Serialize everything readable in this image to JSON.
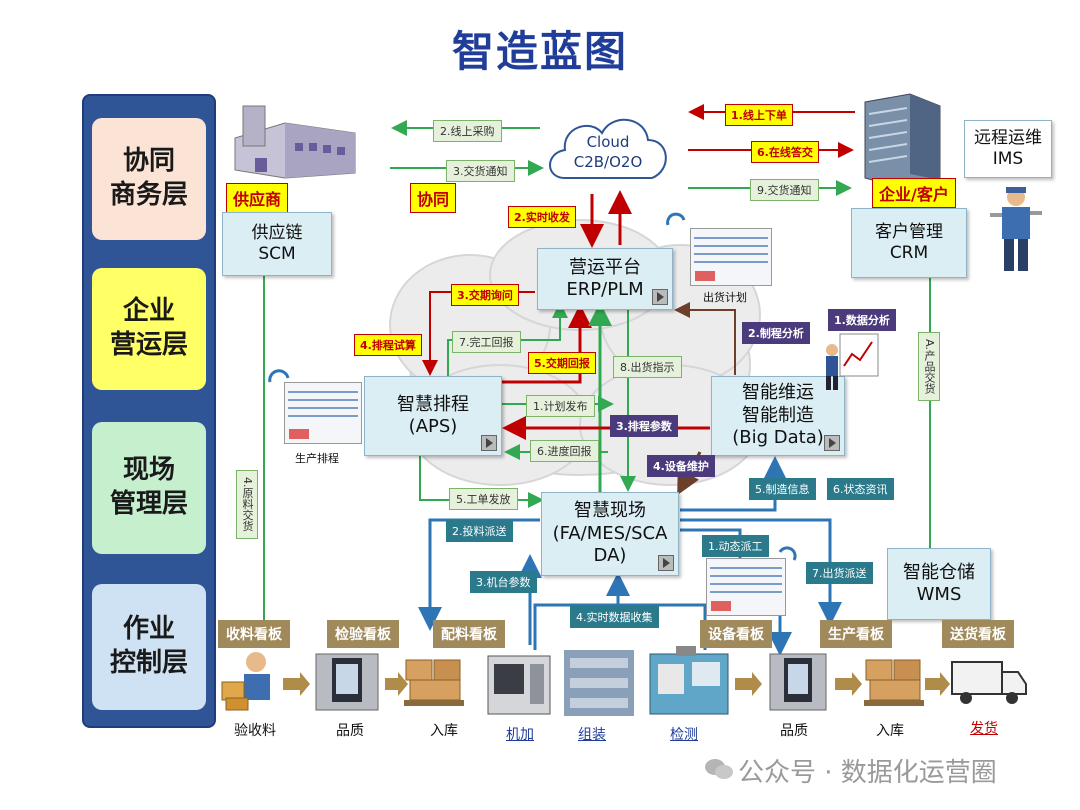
{
  "title": "智造蓝图",
  "layers": [
    "协同\n商务层",
    "企业\n营运层",
    "现场\n管理层",
    "作业\n控制层"
  ],
  "systems": {
    "cloud": "Cloud\nC2B/O2O",
    "scm": "供应链\nSCM",
    "erp": "营运平台\nERP/PLM",
    "crm": "客户管理\nCRM",
    "ims": "远程运维\nIMS",
    "aps": "智慧排程\n(APS)",
    "bigdata": "智能维运\n智能制造\n(Big Data)",
    "mes": "智慧现场\n(FA/MES/SCA\nDA)",
    "wms": "智能仓储\nWMS"
  },
  "tags": {
    "supplier": "供应商",
    "collab": "协同",
    "enterprise": "企业/客户"
  },
  "labels": {
    "purchase": "2.线上采购",
    "delivery_notice": "3.交货通知",
    "online_order": "1.线上下单",
    "online_answer": "6.在线答交",
    "delivery_notice9": "9.交货通知",
    "realtime_receive": "2.实时收发",
    "due_query": "3.交期询问",
    "schedule_trial": "4.排程试算",
    "finish_report": "7.完工回报",
    "due_reply": "5.交期回报",
    "ship_instr": "8.出货指示",
    "process_analysis": "2.制程分析",
    "data_analysis": "1.数据分析",
    "plan_release": "1.计划发布",
    "schedule_param": "3.排程参数",
    "progress_report": "6.进度回报",
    "equip_maint": "4.设备维护",
    "work_order": "5.工单发放",
    "mfg_info": "5.制造信息",
    "status_info": "6.状态资讯",
    "feed_dispatch": "2.投料派送",
    "machine_param": "3.机台参数",
    "realtime_collect": "4.实时数据收集",
    "dyn_dispatch": "1.动态派工",
    "ship_dispatch": "7.出货派送",
    "raw_delivery": "4.原料交货",
    "product_delivery": "A.产品交货"
  },
  "screens": {
    "ship_plan": "出货计划",
    "prod_schedule": "生产排程"
  },
  "boards": [
    "收料看板",
    "检验看板",
    "配料看板",
    "设备看板",
    "生产看板",
    "送货看板"
  ],
  "bottom_labels": [
    "验收料",
    "品质",
    "入库",
    "机加",
    "组装",
    "检测",
    "品质",
    "入库",
    "发货"
  ],
  "watermark": "公众号 · 数据化运营圈"
}
